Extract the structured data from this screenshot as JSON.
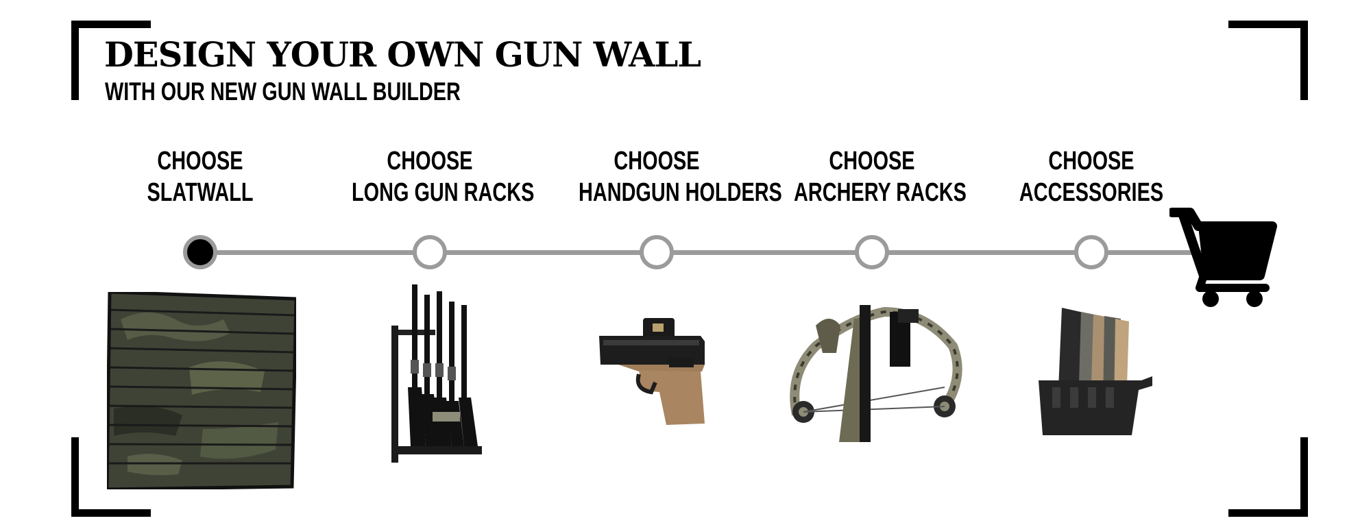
{
  "header": {
    "title": "DESIGN YOUR OWN GUN WALL",
    "subtitle": "WITH OUR NEW GUN WALL BUILDER"
  },
  "steps": [
    {
      "line1": "CHOOSE",
      "line2": "SLATWALL",
      "active": true,
      "product": "slatwall-panel-camo"
    },
    {
      "line1": "CHOOSE",
      "line2": "LONG GUN RACKS",
      "active": false,
      "product": "long-gun-rack-rifles"
    },
    {
      "line1": "CHOOSE",
      "line2": "HANDGUN HOLDERS",
      "active": false,
      "product": "handgun-holder-pistol"
    },
    {
      "line1": "CHOOSE",
      "line2": "ARCHERY RACKS",
      "active": false,
      "product": "archery-rack-crossbow"
    },
    {
      "line1": "CHOOSE",
      "line2": "ACCESSORIES",
      "active": false,
      "product": "magazine-holder-accessory"
    }
  ],
  "cart": {
    "icon": "shopping-cart-icon"
  },
  "colors": {
    "accent": "#000000",
    "timeline": "#9b9b9b",
    "background": "#ffffff"
  }
}
